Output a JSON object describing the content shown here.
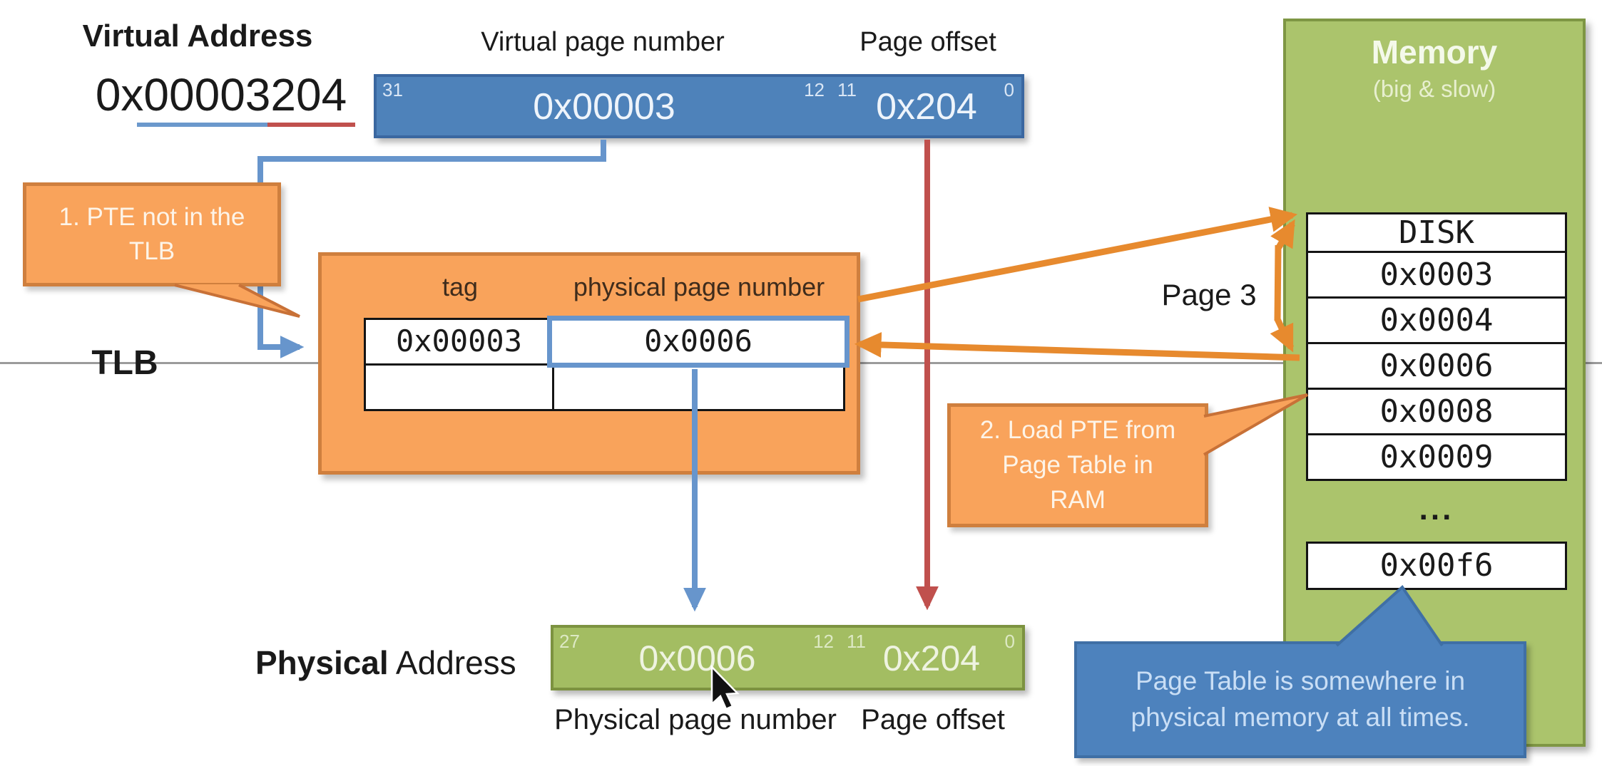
{
  "virtual_address": {
    "heading": "Virtual Address",
    "value": "0x00003204",
    "vpn_label": "Virtual page number",
    "offset_label": "Page offset",
    "vpn_value": "0x00003",
    "offset_value": "0x204",
    "bit_hi": "31",
    "bit_mid_left": "12",
    "bit_mid_right": "11",
    "bit_lo": "0"
  },
  "tlb": {
    "label": "TLB",
    "col_tag": "tag",
    "col_ppn": "physical page number",
    "rows": [
      {
        "tag": "0x00003",
        "ppn": "0x0006"
      },
      {
        "tag": "",
        "ppn": ""
      }
    ]
  },
  "callouts": {
    "step1": {
      "line1": "1. PTE not in the",
      "line2": "TLB"
    },
    "step2": {
      "line1": "2. Load PTE from",
      "line2": "Page Table in",
      "line3": "RAM"
    },
    "note": {
      "line1": "Page Table is somewhere in",
      "line2": "physical memory at all times."
    }
  },
  "memory": {
    "title": "Memory",
    "subtitle": "(big & slow)",
    "rows": [
      "DISK",
      "0x0003",
      "0x0004",
      "0x0006",
      "0x0008",
      "0x0009"
    ],
    "ellipsis": "...",
    "last_row": "0x00f6",
    "page_label": "Page 3"
  },
  "physical_address": {
    "heading_bold": "Physical",
    "heading_rest": " Address",
    "ppn_value": "0x0006",
    "offset_value": "0x204",
    "bit_hi": "27",
    "bit_mid_left": "12",
    "bit_mid_right": "11",
    "bit_lo": "0",
    "ppn_label": "Physical page number",
    "offset_label": "Page offset"
  },
  "colors": {
    "blue_fill": "#4e82ba",
    "blue_border": "#3a67a0",
    "green_memory_fill": "#abc46c",
    "green_memory_border": "#7e9644",
    "green_physical_fill": "#a3bd62",
    "green_physical_border": "#7c9240",
    "orange_fill": "#f9a35b",
    "orange_border": "#cf7f3e",
    "orange_arrow": "#e78a2e",
    "blue_arrow": "#6795cc",
    "red_arrow": "#c0504d",
    "note_callout_fill": "#4d82bd",
    "note_callout_border": "#3f6fa5",
    "gray_line": "#9b9b9b"
  }
}
